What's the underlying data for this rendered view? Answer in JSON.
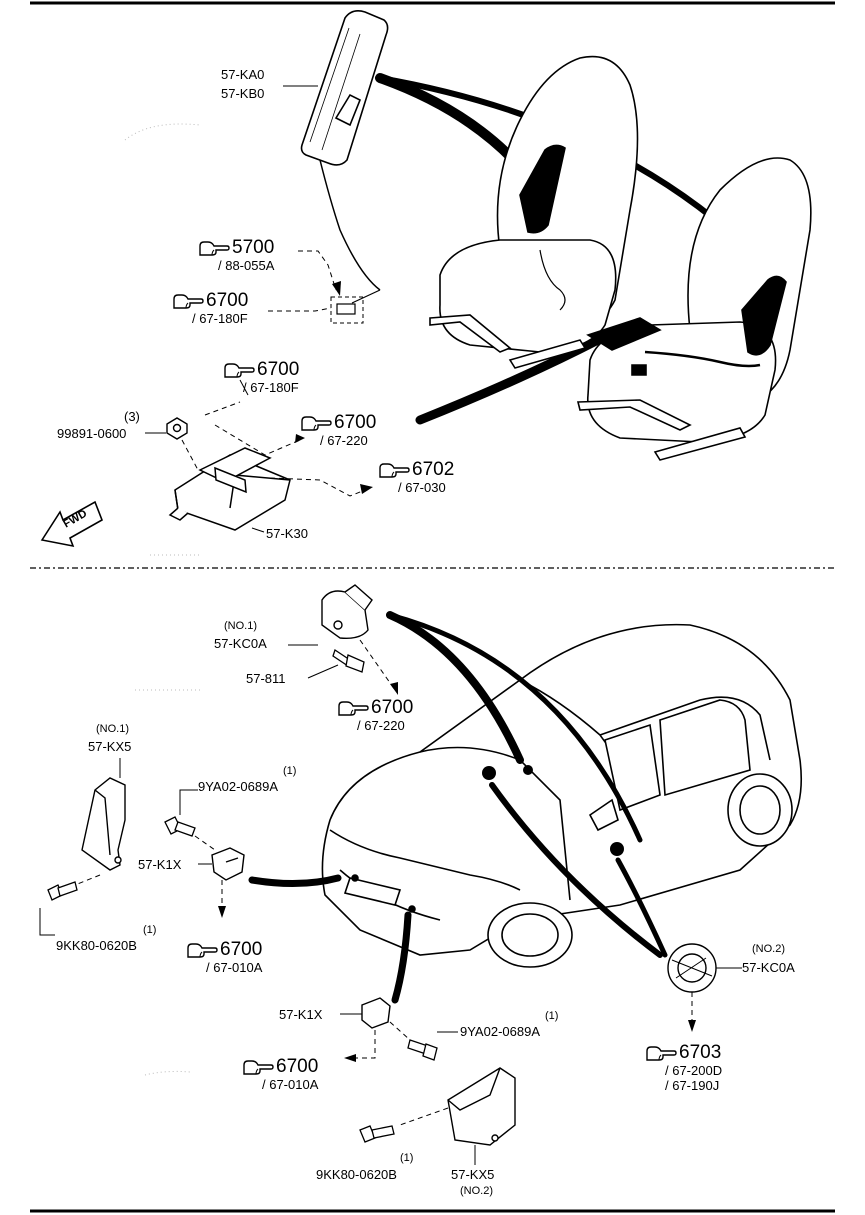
{
  "top_panel": {
    "airbag_part": {
      "line1": "57-KA0",
      "line2": "57-KB0"
    },
    "ref_5700": {
      "num": "5700",
      "sub": "/ 88-055A"
    },
    "ref_6700_a": {
      "num": "6700",
      "sub": "/ 67-180F"
    },
    "ref_6700_b": {
      "num": "6700",
      "sub": "/ 67-180F"
    },
    "ref_6700_c": {
      "num": "6700",
      "sub": "/ 67-220"
    },
    "ref_6702": {
      "num": "6702",
      "sub": "/ 67-030"
    },
    "nut": {
      "qty": "(3)",
      "part": "99891-0600"
    },
    "module_part": "57-K30",
    "fwd_label": "FWD"
  },
  "bottom_panel": {
    "sensor_front": {
      "qty": "(NO.1)",
      "part": "57-KC0A"
    },
    "bolt_811": "57-811",
    "ref_6700_d": {
      "num": "6700",
      "sub": "/ 67-220"
    },
    "bracket_1": {
      "qty": "(NO.1)",
      "part": "57-KX5"
    },
    "bolt_9ya_1": {
      "qty": "(1)",
      "part": "9YA02-0689A"
    },
    "sensor_k1x_1": "57-K1X",
    "bolt_9kk_1": {
      "qty": "(1)",
      "part": "9KK80-0620B"
    },
    "ref_6700_e": {
      "num": "6700",
      "sub": "/ 67-010A"
    },
    "sensor_side": {
      "qty": "(NO.2)",
      "part": "57-KC0A"
    },
    "ref_6703": {
      "num": "6703",
      "sub1": "/ 67-200D",
      "sub2": "/ 67-190J"
    },
    "sensor_k1x_2": "57-K1X",
    "bolt_9ya_2": {
      "qty": "(1)",
      "part": "9YA02-0689A"
    },
    "ref_6700_f": {
      "num": "6700",
      "sub": "/ 67-010A"
    },
    "bolt_9kk_2": {
      "qty": "(1)",
      "part": "9KK80-0620B"
    },
    "bracket_2": {
      "part": "57-KX5",
      "qty": "(NO.2)"
    }
  },
  "icons": {
    "reference": "pointing-hand-icon",
    "direction": "fwd-arrow-icon"
  }
}
